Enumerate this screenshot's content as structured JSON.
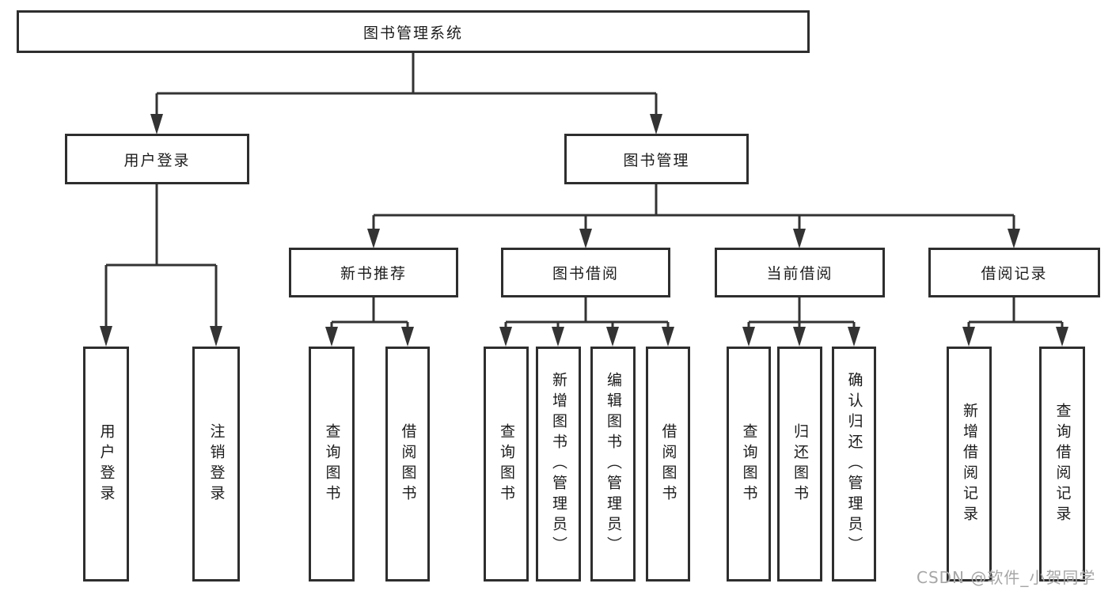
{
  "diagram": {
    "title": "图书管理系统",
    "branches": [
      {
        "label": "用户登录",
        "children": [
          {
            "label": "用户登录"
          },
          {
            "label": "注销登录"
          }
        ]
      },
      {
        "label": "图书管理",
        "children": [
          {
            "label": "新书推荐",
            "children": [
              {
                "label": "查询图书"
              },
              {
                "label": "借阅图书"
              }
            ]
          },
          {
            "label": "图书借阅",
            "children": [
              {
                "label": "查询图书"
              },
              {
                "label": "新增图书（管理员）"
              },
              {
                "label": "编辑图书（管理员）"
              },
              {
                "label": "借阅图书"
              }
            ]
          },
          {
            "label": "当前借阅",
            "children": [
              {
                "label": "查询图书"
              },
              {
                "label": "归还图书"
              },
              {
                "label": "确认归还（管理员）"
              }
            ]
          },
          {
            "label": "借阅记录",
            "children": [
              {
                "label": "新增借阅记录"
              },
              {
                "label": "查询借阅记录"
              }
            ]
          }
        ]
      }
    ]
  },
  "watermark": {
    "text": "CSDN @软件_小贺同学"
  },
  "colors": {
    "line": "#333333",
    "box_border": "#2e2e2e",
    "text": "#1c1c1c",
    "watermark": "#a6a6a6"
  }
}
